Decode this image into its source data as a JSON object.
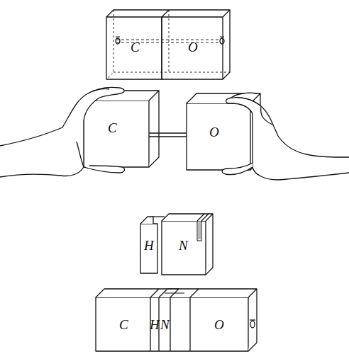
{
  "diagram": {
    "labels": [
      "C",
      "O",
      "C",
      "O",
      "H",
      "N",
      "C",
      "H",
      "N",
      "O"
    ]
  }
}
